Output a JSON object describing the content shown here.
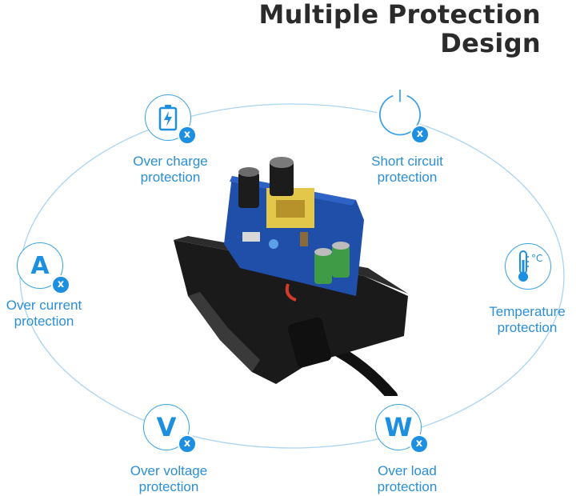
{
  "header": {
    "title_line1": "Multiple Protection",
    "title_line2": "Design"
  },
  "accent_color": "#1c8fe0",
  "features": [
    {
      "id": "over-charge",
      "line1": "Over charge",
      "line2": "protection",
      "icon": "battery-icon"
    },
    {
      "id": "short-circuit",
      "line1": "Short circuit",
      "line2": "protection",
      "icon": "power-icon"
    },
    {
      "id": "over-current",
      "line1": "Over current",
      "line2": "protection",
      "icon": "ampere-icon",
      "glyph": "A"
    },
    {
      "id": "temperature",
      "line1": "Temperature",
      "line2": "protection",
      "icon": "thermometer-icon",
      "glyph": "°C"
    },
    {
      "id": "over-voltage",
      "line1": "Over voltage",
      "line2": "protection",
      "icon": "volt-icon",
      "glyph": "V"
    },
    {
      "id": "over-load",
      "line1": "Over load",
      "line2": "protection",
      "icon": "watt-icon",
      "glyph": "W"
    }
  ],
  "badge_glyph": "x",
  "device": {
    "pcb_label": "power adapter circuit board"
  }
}
